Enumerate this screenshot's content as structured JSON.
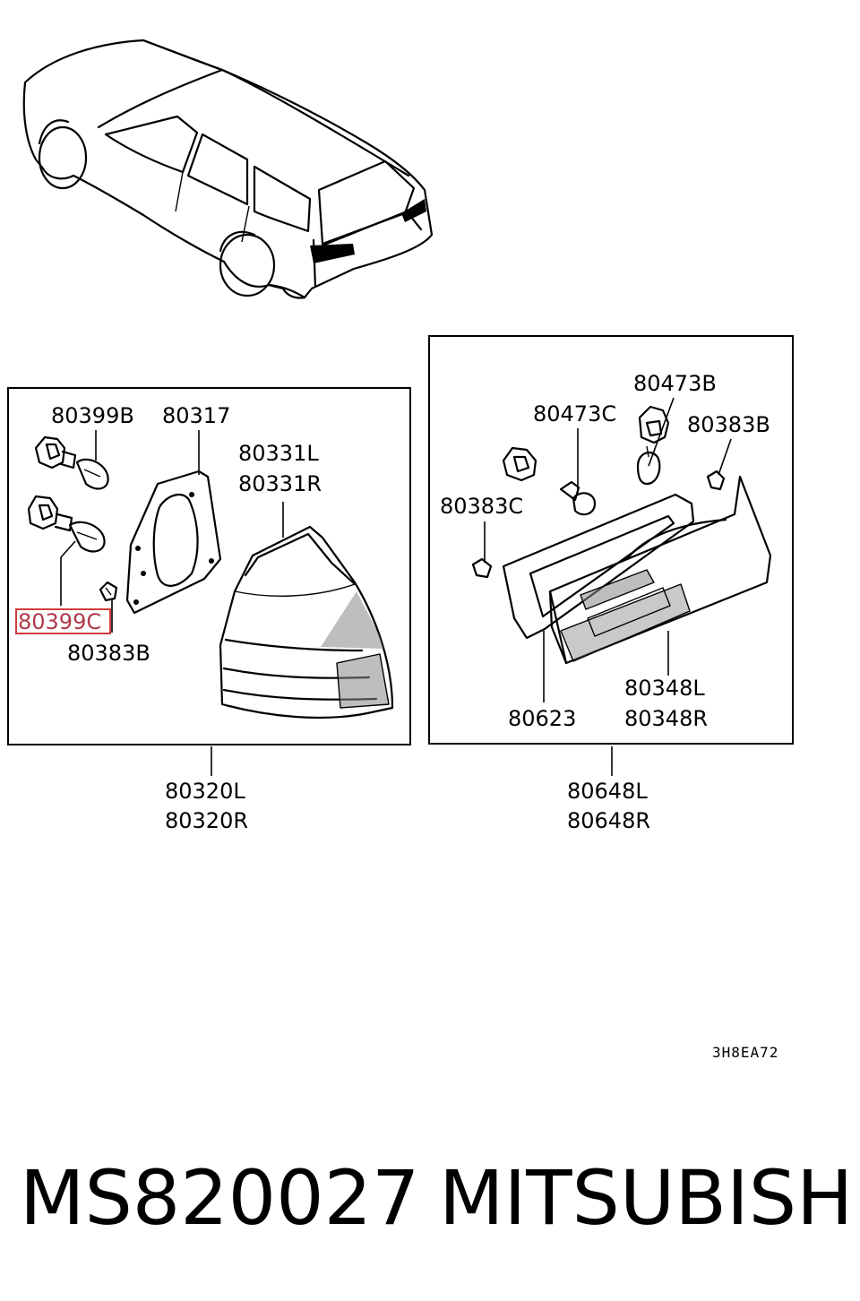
{
  "labels": {
    "p80399b": "80399B",
    "p80317": "80317",
    "p80331l": "80331L",
    "p80331r": "80331R",
    "p80399c": "80399C",
    "p80383b_left": "80383B",
    "p80320l": "80320L",
    "p80320r": "80320R",
    "p80473b": "80473B",
    "p80473c": "80473C",
    "p80383b_right": "80383B",
    "p80383c": "80383C",
    "p80623": "80623",
    "p80348l": "80348L",
    "p80348r": "80348R",
    "p80648l": "80648L",
    "p80648r": "80648R"
  },
  "diagram_code": "3H8EA72",
  "footer": {
    "part_number": "MS820027",
    "brand": "MITSUBISHI"
  },
  "highlight_color": "#d23b3b"
}
